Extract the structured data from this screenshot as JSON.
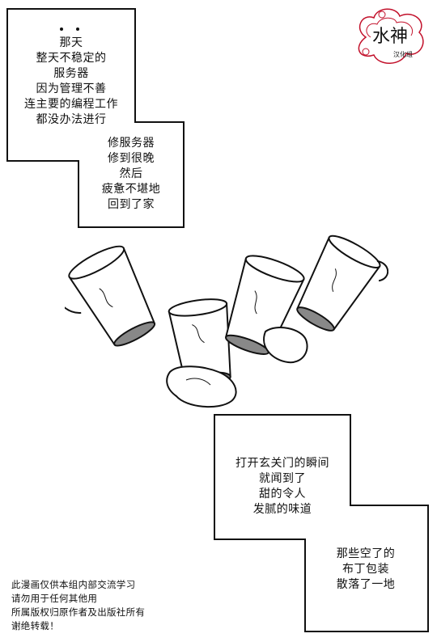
{
  "captions": {
    "top_first": [
      "那天",
      "整天不稳定的",
      "服务器",
      "因为管理不善",
      "连主要的编程工作",
      "都没办法进行"
    ],
    "top_second": [
      "修服务器",
      "修到很晚",
      "然后",
      "疲惫不堪地",
      "回到了家"
    ],
    "bottom_first": [
      "打开玄关门的瞬间",
      "就闻到了",
      "甜的令人",
      "发腻的味道"
    ],
    "bottom_second": [
      "那些空了的",
      "布丁包装",
      "散落了一地"
    ]
  },
  "notice": [
    "此漫画仅供本组内部交流学习",
    "请勿用于任何其他用",
    "所属版权归原作者及出版社所有",
    "谢绝转载！"
  ],
  "logo_text": "水神",
  "logo_subtext": "汉化组"
}
